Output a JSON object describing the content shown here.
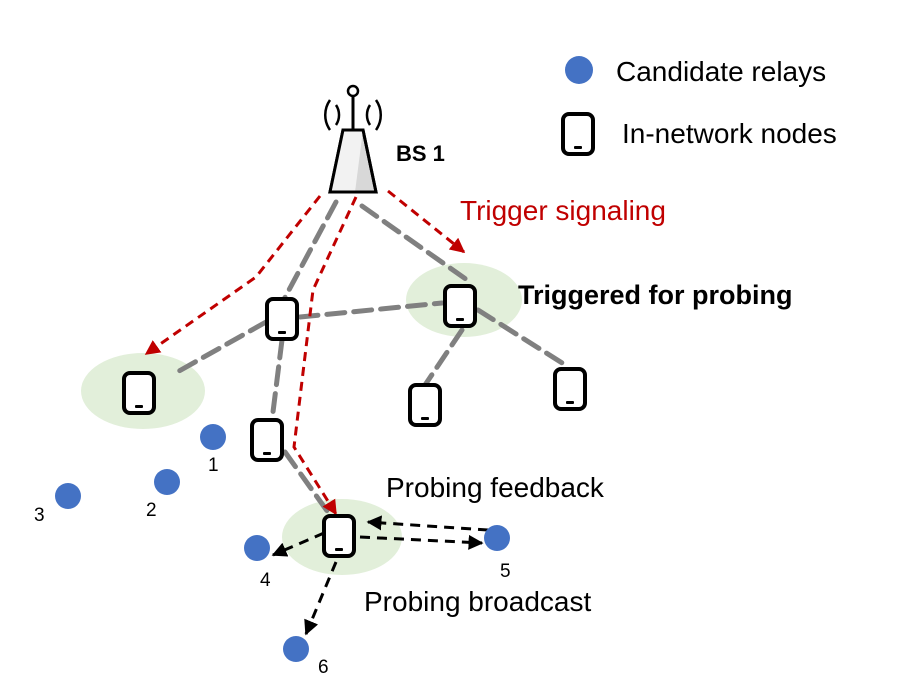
{
  "legend": {
    "candidate_relays": "Candidate relays",
    "in_network_nodes": "In-network nodes"
  },
  "base_station": {
    "label": "BS 1",
    "icon": "cell-tower-icon"
  },
  "annotations": {
    "trigger_signaling": "Trigger signaling",
    "triggered_for_probing": "Triggered for probing",
    "probing_feedback": "Probing feedback",
    "probing_broadcast": "Probing broadcast"
  },
  "relays": [
    {
      "id": "relay-1",
      "label": "1"
    },
    {
      "id": "relay-2",
      "label": "2"
    },
    {
      "id": "relay-3",
      "label": "3"
    },
    {
      "id": "relay-4",
      "label": "4"
    },
    {
      "id": "relay-5",
      "label": "5"
    },
    {
      "id": "relay-6",
      "label": "6"
    }
  ],
  "nodes": [
    {
      "id": "node-a",
      "triggered": true
    },
    {
      "id": "node-b",
      "triggered": false
    },
    {
      "id": "node-c",
      "triggered": true
    },
    {
      "id": "node-d",
      "triggered": false
    },
    {
      "id": "node-e",
      "triggered": true
    },
    {
      "id": "node-f",
      "triggered": false
    },
    {
      "id": "node-g",
      "triggered": false
    }
  ],
  "colors": {
    "relay_fill": "#4472c4",
    "trigger_arrow": "#c00000",
    "backbone_link": "#808080",
    "highlight": "#e2efda",
    "probe_arrow": "#000000"
  }
}
